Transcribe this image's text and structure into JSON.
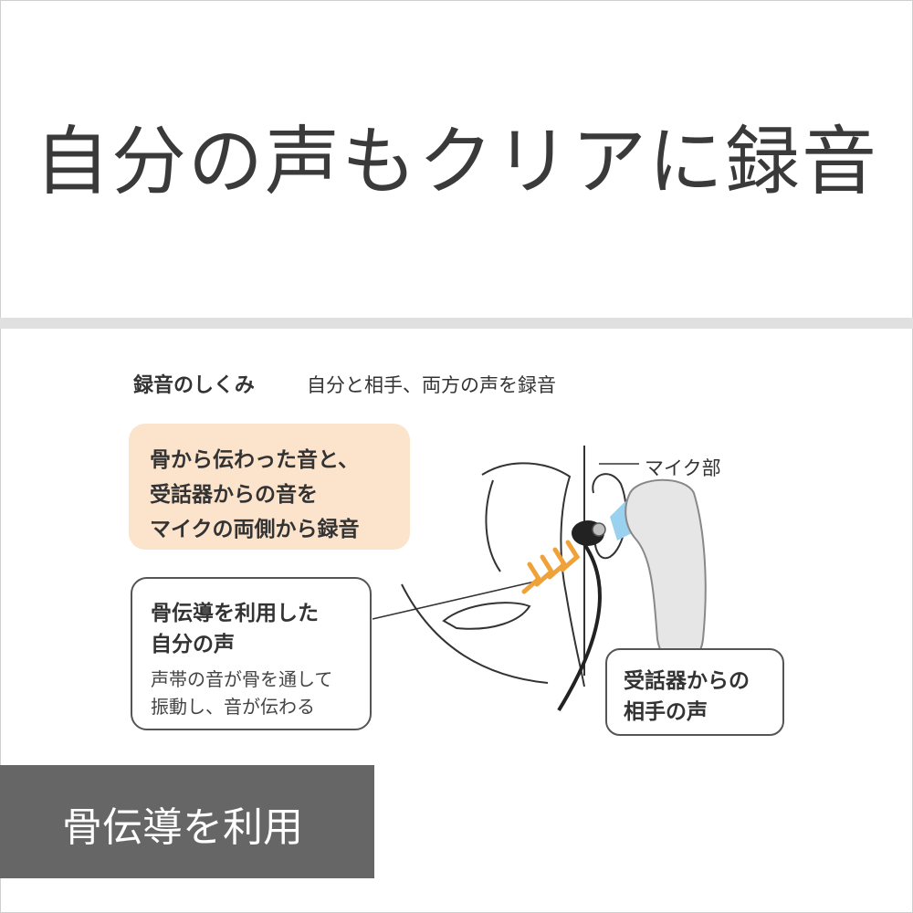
{
  "headline": "自分の声もクリアに録音",
  "section": {
    "title": "録音のしくみ",
    "subtitle": "自分と相手、両方の声を録音"
  },
  "bubble_orange": {
    "lines": [
      "骨から伝わった音と、",
      "受話器からの音を",
      "マイクの両側から録音"
    ]
  },
  "bubble_left": {
    "heading_lines": [
      "骨伝導を利用した",
      "自分の声"
    ],
    "detail_lines": [
      "声帯の音が骨を通して",
      "振動し、音が伝わる"
    ]
  },
  "bubble_right": {
    "lines": [
      "受話器からの",
      "相手の声"
    ]
  },
  "mic_label": "マイク部",
  "footer": "骨伝導を利用",
  "colors": {
    "arrow": "#f0a23a",
    "mic_blue": "#9ad1ef",
    "orange_bubble": "#fbe3cc",
    "footer_band": "#666666"
  }
}
